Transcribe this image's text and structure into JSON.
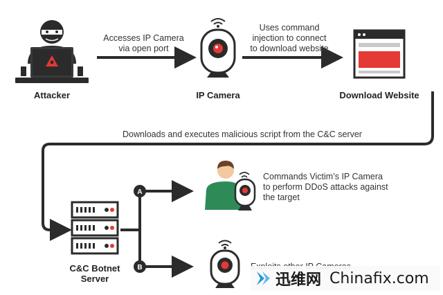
{
  "nodes": {
    "attacker": "Attacker",
    "ip_camera": "IP Camera",
    "download_website": "Download Website",
    "cc_server": "C&C Botnet Server",
    "cc_server_line1": "C&C Botnet",
    "cc_server_line2": "Server"
  },
  "edges": {
    "attacker_to_camera": [
      "Accesses IP Camera",
      "via open port"
    ],
    "camera_to_website": [
      "Uses command",
      "injection to connect",
      "to download website"
    ],
    "website_to_server": "Downloads and executes malicious script from the C&C server",
    "branch_a_label": "A",
    "branch_b_label": "B",
    "branch_a": [
      "Commands Victim’s IP Camera",
      "to perform DDoS attacks against",
      "the target"
    ],
    "branch_b": "Exploits other IP Cameras"
  },
  "watermark": {
    "brand_cn": "迅维网",
    "site": "Chinafix.com"
  },
  "colors": {
    "red": "#e53935",
    "dark": "#2b2b2b",
    "green": "#2e8b57",
    "watermark_blue": "#1e9bd7"
  }
}
